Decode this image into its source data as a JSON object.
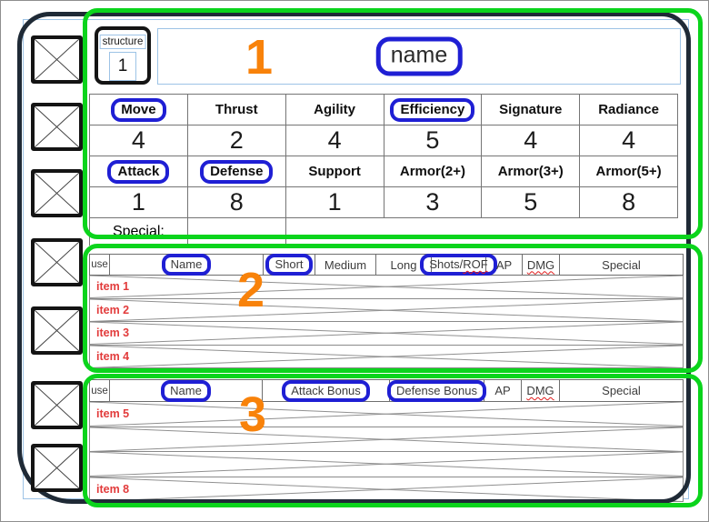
{
  "palette": {
    "section_outline_green": "#0bd41c",
    "highlight_blue": "#1f1fd4",
    "marker_orange": "#f8820a",
    "item_red": "#e23b3b",
    "field_border_blue": "#9dc3e6"
  },
  "sidebar": {
    "checkbox_count": 7
  },
  "structure_box": {
    "label": "structure",
    "value": "1"
  },
  "header_panel": {
    "marker": "1",
    "name_value": "name"
  },
  "stats_table": {
    "row1_headers": [
      "Move",
      "Thrust",
      "Agility",
      "Efficiency",
      "Signature",
      "Radiance"
    ],
    "row1_values": [
      "4",
      "2",
      "4",
      "5",
      "4",
      "4"
    ],
    "row2_headers": [
      "Attack",
      "Defense",
      "Support",
      "Armor(2+)",
      "Armor(3+)",
      "Armor(5+)"
    ],
    "row2_values": [
      "1",
      "8",
      "1",
      "3",
      "5",
      "8"
    ],
    "special_label": "Special:"
  },
  "ranged_table": {
    "marker": "2",
    "headers": {
      "use": "use",
      "name": "Name",
      "short": "Short",
      "medium": "Medium",
      "long": "Long",
      "shots_prefix": "Shots/",
      "shots_rof": "ROF",
      "ap": "AP",
      "dmg": "DMG",
      "special": "Special"
    },
    "rows": [
      "item 1",
      "item 2",
      "item 3",
      "item 4"
    ]
  },
  "melee_table": {
    "marker": "3",
    "headers": {
      "use": "use",
      "name": "Name",
      "attack_bonus": "Attack Bonus",
      "defense_bonus": "Defense Bonus",
      "ap": "AP",
      "dmg": "DMG",
      "special": "Special"
    },
    "rows": [
      "item 5",
      "",
      "",
      "item 8"
    ]
  }
}
